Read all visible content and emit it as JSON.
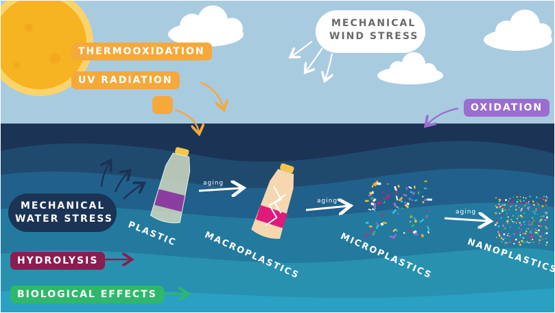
{
  "labels": {
    "thermooxidation": "THERMOOXIDATION",
    "uv_radiation": "UV RADIATION",
    "wind_line1": "MECHANICAL",
    "wind_line2": "WIND STRESS",
    "oxidation": "OXIDATION",
    "water_line1": "MECHANICAL",
    "water_line2": "WATER STRESS",
    "hydrolysis": "HYDROLYSIS",
    "biological": "BIOLOGICAL EFFECTS"
  },
  "stages": {
    "plastic": "PLASTIC",
    "macroplastics": "MACROPLASTICS",
    "microplastics": "MICROPLASTICS",
    "nanoplastics": "NANOPLASTICS"
  },
  "aging_label": "aging",
  "colors": {
    "sky": "#a9cbe0",
    "deep_sea": "#1b3355",
    "sun": "#f6b322",
    "orange_tag": "#f4a93a",
    "purple_tag": "#9b6dcf",
    "maroon_tag": "#8a1d52",
    "green_tag": "#2fb86a",
    "water_stress_bg": "#1b3355"
  },
  "icons": {
    "sun": "sun-icon",
    "cloud": "cloud-icon",
    "bottle": "bottle-icon",
    "arrow": "arrow-icon"
  }
}
